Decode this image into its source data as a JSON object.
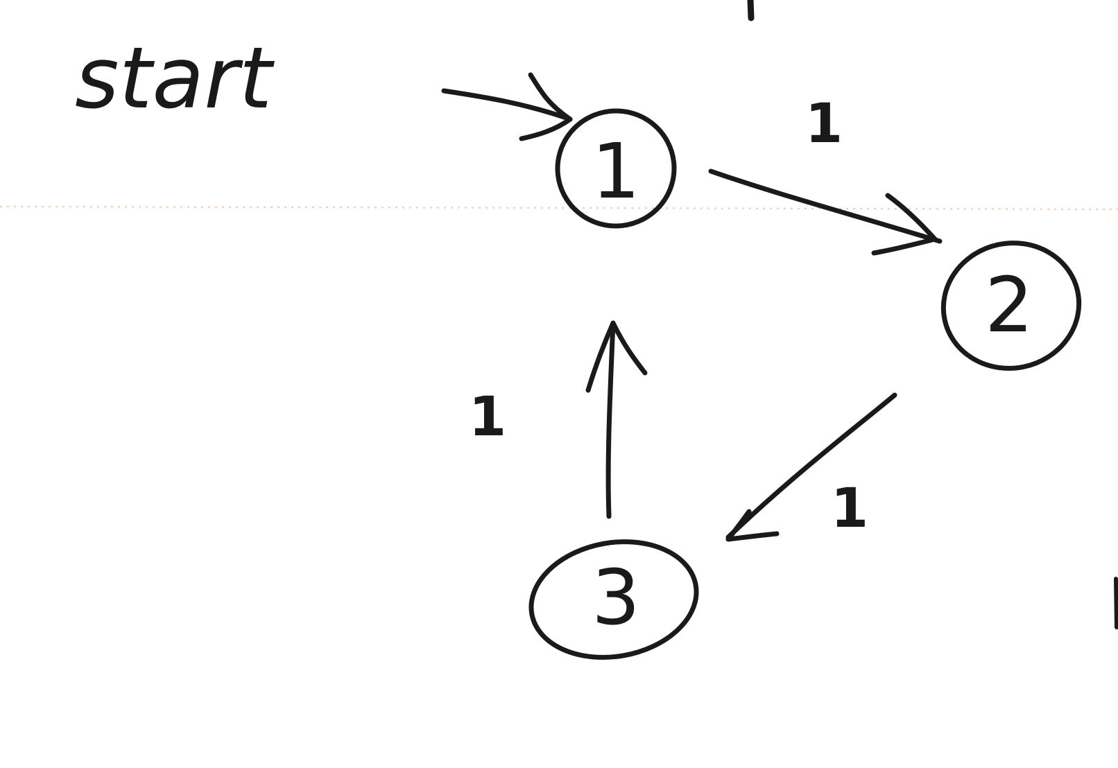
{
  "diagram": {
    "start_label": "start",
    "nodes": [
      {
        "id": "node-1",
        "label": "1"
      },
      {
        "id": "node-2",
        "label": "2"
      },
      {
        "id": "node-3",
        "label": "3"
      }
    ],
    "edges": [
      {
        "from": "1",
        "to": "2",
        "weight": "1"
      },
      {
        "from": "2",
        "to": "3",
        "weight": "1"
      },
      {
        "from": "3",
        "to": "1",
        "weight": "1"
      }
    ]
  }
}
